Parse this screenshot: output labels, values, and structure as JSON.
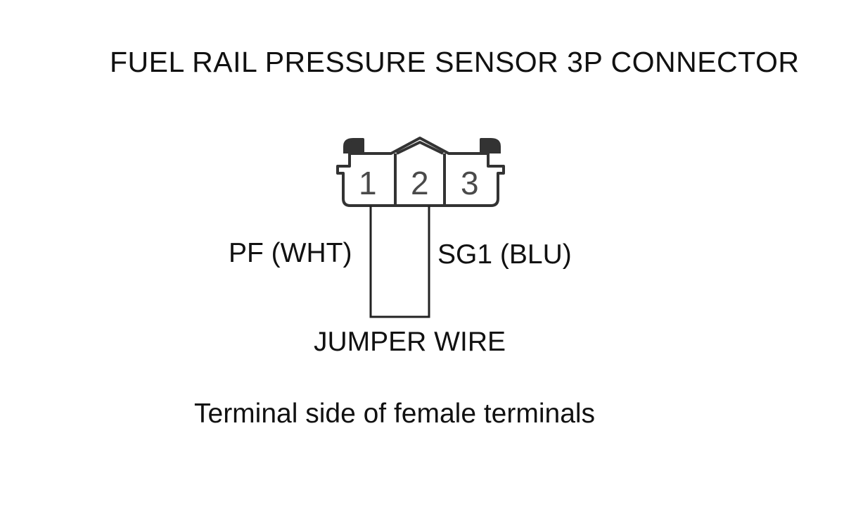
{
  "title": "FUEL RAIL PRESSURE SENSOR 3P CONNECTOR",
  "connector": {
    "terminals": [
      "1",
      "2",
      "3"
    ]
  },
  "wires": {
    "pf": "PF (WHT)",
    "sg1": "SG1 (BLU)",
    "jumper": "JUMPER WIRE"
  },
  "caption": "Terminal side of female terminals"
}
